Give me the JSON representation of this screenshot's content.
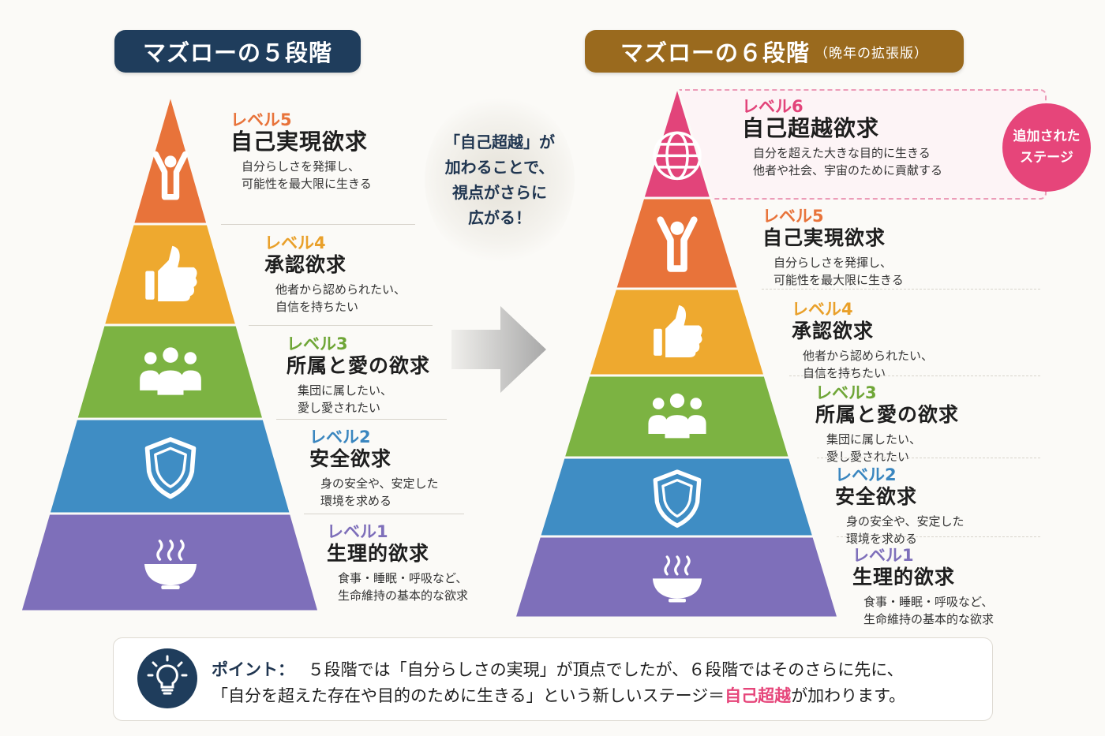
{
  "left": {
    "title": "マズローの５段階",
    "levels": [
      {
        "level": "レベル5",
        "name": "自己実現欲求",
        "desc1": "自分らしさを発揮し、",
        "desc2": "可能性を最大限に生きる"
      },
      {
        "level": "レベル4",
        "name": "承認欲求",
        "desc1": "他者から認められたい、",
        "desc2": "自信を持ちたい"
      },
      {
        "level": "レベル3",
        "name": "所属と愛の欲求",
        "desc1": "集団に属したい、",
        "desc2": "愛し愛されたい"
      },
      {
        "level": "レベル2",
        "name": "安全欲求",
        "desc1": "身の安全や、安定した",
        "desc2": "環境を求める"
      },
      {
        "level": "レベル1",
        "name": "生理的欲求",
        "desc1": "食事・睡眠・呼吸など、",
        "desc2": "生命維持の基本的な欲求"
      }
    ]
  },
  "right": {
    "title": "マズローの６段階",
    "title_sub": "（晩年の拡張版）",
    "badge": "追加された\nステージ",
    "levels": [
      {
        "level": "レベル6",
        "name": "自己超越欲求",
        "desc1": "自分を超えた大きな目的に生きる",
        "desc2": "他者や社会、宇宙のために貢献する"
      },
      {
        "level": "レベル5",
        "name": "自己実現欲求",
        "desc1": "自分らしさを発揮し、",
        "desc2": "可能性を最大限に生きる"
      },
      {
        "level": "レベル4",
        "name": "承認欲求",
        "desc1": "他者から認められたい、",
        "desc2": "自信を持ちたい"
      },
      {
        "level": "レベル3",
        "name": "所属と愛の欲求",
        "desc1": "集団に属したい、",
        "desc2": "愛し愛されたい"
      },
      {
        "level": "レベル2",
        "name": "安全欲求",
        "desc1": "身の安全や、安定した",
        "desc2": "環境を求める"
      },
      {
        "level": "レベル1",
        "name": "生理的欲求",
        "desc1": "食事・睡眠・呼吸など、",
        "desc2": "生命維持の基本的な欲求"
      }
    ]
  },
  "callout": "「自己超越」が\n加わることで、\n視点がさらに\n広がる！",
  "point": {
    "label": "ポイント：",
    "line1": "５段階では「自分らしさの実現」が頂点でしたが、６段階ではそのさらに先に、",
    "line2_pre": "「自分を超えた存在や目的のために生きる」という新しいステージ＝",
    "line2_hl": "自己超越",
    "line2_post": "が加わります。"
  },
  "colors": {
    "level6": "#e2447a",
    "level5": "#e8733a",
    "level4": "#eea92f",
    "level3": "#7cb342",
    "level2": "#3f8dc4",
    "level1": "#7e6fba",
    "left_title_bg": "#1f3d5c",
    "right_title_bg": "#9a6a1e",
    "level_label_level6": "#e2447a",
    "level_label_level5": "#e8733a",
    "level_label_level4": "#e9a02a",
    "level_label_level3": "#6fa637",
    "level_label_level2": "#3a86bf",
    "level_label_level1": "#7e6fba"
  },
  "icons": [
    "globe-icon",
    "person-raising-arms-icon",
    "thumbs-up-icon",
    "group-of-people-icon",
    "shield-icon",
    "steaming-bowl-icon",
    "arrow-right-icon",
    "lightbulb-icon"
  ]
}
